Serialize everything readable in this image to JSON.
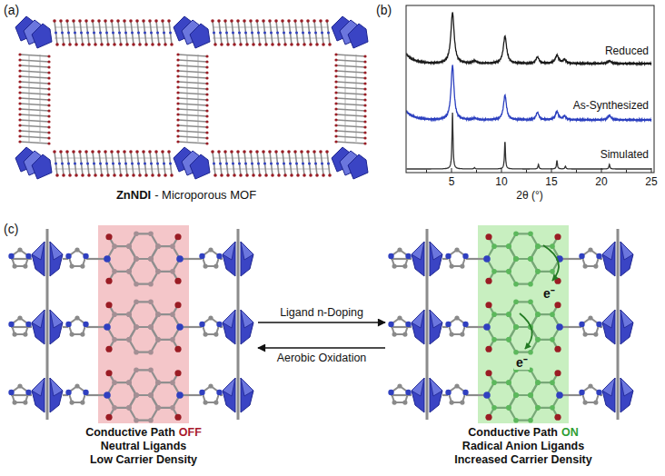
{
  "diagram": {
    "nodes": [
      {
        "text": [
          "Conductive Path",
          "OFF",
          "Neutral Ligands",
          "Low Carrier Density"
        ]
      },
      {
        "text": [
          "Conductive Path",
          "ON",
          "Radical Anion Ligands",
          "Increased Carrier Density"
        ]
      }
    ],
    "edges": [
      {
        "from": 0,
        "to": 1,
        "arrow": "to",
        "label": "Ligand n-Doping"
      },
      {
        "from": 1,
        "to": 0,
        "arrow": "to",
        "label": "Aerobic Oxidation"
      }
    ],
    "labels": [
      "(a)",
      "ZnNDI",
      "- Microporous MOF",
      "(b)",
      "Reduced",
      "As-Synthesized",
      "Simulated",
      "5",
      "10",
      "15",
      "20",
      "25",
      "2θ (°)",
      "(c)",
      "e⁻",
      "e⁻"
    ]
  }
}
